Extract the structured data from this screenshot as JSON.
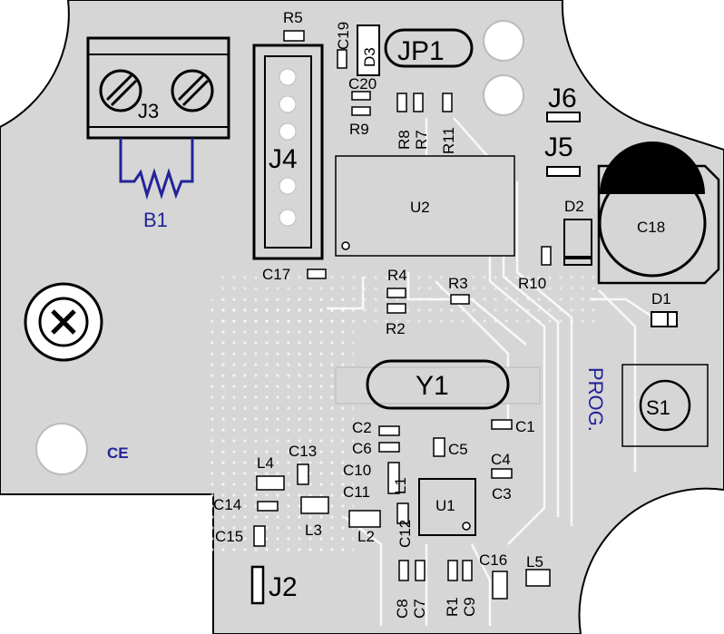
{
  "labels": {
    "R5": "R5",
    "C19": "C19",
    "D3": "D3",
    "JP1": "JP1",
    "J3": "J3",
    "J4": "J4",
    "C20": "C20",
    "R9": "R9",
    "R8": "R8",
    "R7": "R7",
    "R11": "R11",
    "J6": "J6",
    "J5": "J5",
    "U2": "U2",
    "D2": "D2",
    "C18": "C18",
    "B1": "B1",
    "C17": "C17",
    "R4": "R4",
    "R3": "R3",
    "R10": "R10",
    "D1": "D1",
    "R2": "R2",
    "Y1": "Y1",
    "PROG": "PROG.",
    "S1": "S1",
    "C2": "C2",
    "C1": "C1",
    "C6": "C6",
    "C5": "C5",
    "C4": "C4",
    "L4": "L4",
    "C13": "C13",
    "C10": "C10",
    "L1": "L1",
    "C3": "C3",
    "C11": "C11",
    "C14": "C14",
    "U1": "U1",
    "L3": "L3",
    "C12": "C12",
    "C15": "C15",
    "L2": "L2",
    "C16": "C16",
    "L5": "L5",
    "J2": "J2",
    "C8": "C8",
    "C7": "C7",
    "R1": "R1",
    "C9": "C9",
    "CE": "CE"
  },
  "colors": {
    "board": "#d6d6d6",
    "copper": "#cbcbcb",
    "silkscreen": "#000000",
    "marking": "#23239a",
    "hole": "#ffffff"
  }
}
